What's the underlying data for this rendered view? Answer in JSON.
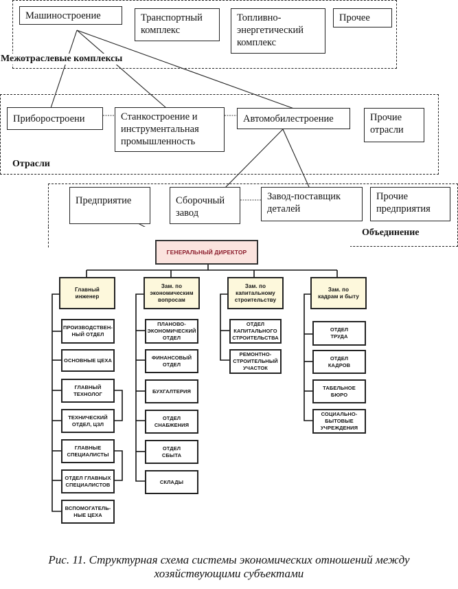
{
  "intersectoral": {
    "label": "Межотраслевые комплексы",
    "items": [
      "Машиностроение",
      "Транспортный\nкомплекс",
      "Топливно-\nэнергетический\nкомплекс",
      "Прочее"
    ]
  },
  "industries": {
    "label": "Отрасли",
    "items": [
      "Приборостроени",
      "Станкостроение и\nинструментальная\nпромышленность",
      "Автомобилестроение",
      "Прочие\nотрасли"
    ]
  },
  "association": {
    "label": "Объединение",
    "items": [
      "Предприятие",
      "Сборочный\nзавод",
      "Завод-поставщик\nдеталей",
      "Прочие\nпредприятия"
    ]
  },
  "org": {
    "head": "ГЕНЕРАЛЬНЫЙ ДИРЕКТОР",
    "deputies": [
      {
        "title": "Главный\nинженер",
        "units": [
          "ПРОИЗВОДСТВЕН-\nНЫЙ ОТДЕЛ",
          "ОСНОВНЫЕ ЦЕХА",
          "ГЛАВНЫЙ\nТЕХНОЛОГ",
          "ТЕХНИЧЕСКИЙ\nОТДЕЛ, ЦЗЛ",
          "ГЛАВНЫЕ\nСПЕЦИАЛИСТЫ",
          "ОТДЕЛ ГЛАВНЫХ\nСПЕЦИАЛИСТОВ",
          "ВСПОМОГАТЕЛЬ-\nНЫЕ ЦЕХА"
        ]
      },
      {
        "title": "Зам. по\nэкономическим\nвопросам",
        "units": [
          "ПЛАНОВО-\nЭКОНОМИЧЕСКИЙ\nОТДЕЛ",
          "ФИНАНСОВЫЙ\nОТДЕЛ",
          "БУХГАЛТЕРИЯ",
          "ОТДЕЛ\nСНАБЖЕНИЯ",
          "ОТДЕЛ\nСБЫТА",
          "СКЛАДЫ"
        ]
      },
      {
        "title": "Зам. по\nкапитальному\nстроительству",
        "units": [
          "ОТДЕЛ\nКАПИТАЛЬНОГО\nСТРОИТЕЛЬСТВА",
          "РЕМОНТНО-\nСТРОИТЕЛЬНЫЙ\nУЧАСТОК"
        ]
      },
      {
        "title": "Зам. по\nкадрам и быту",
        "units": [
          "ОТДЕЛ\nТРУДА",
          "ОТДЕЛ\nКАДРОВ",
          "ТАБЕЛЬНОЕ\nБЮРО",
          "СОЦИАЛЬНО-\nБЫТОВЫЕ\nУЧРЕЖДЕНИЯ"
        ]
      }
    ]
  },
  "caption": "Рис. 11. Структурная схема системы экономических отношений между\nхозяйствующими субъектами"
}
